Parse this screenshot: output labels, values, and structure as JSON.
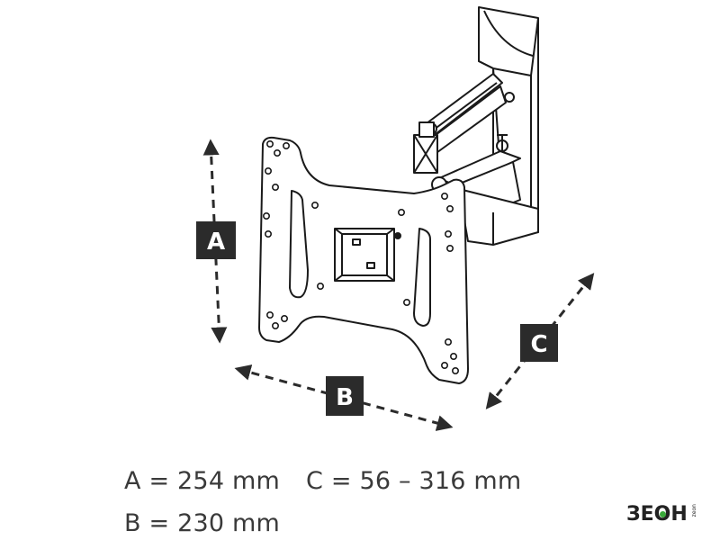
{
  "labels": {
    "a": "A",
    "b": "B",
    "c": "C"
  },
  "dimensions": {
    "a_text": "A = 254 mm",
    "b_text": "B = 230 mm",
    "c_text": "C = 56 – 316 mm"
  },
  "logo": {
    "main": "ЗЕОН",
    "side": "zeon"
  },
  "colors": {
    "line": "#1a1a1a",
    "label_bg": "#2b2b2b",
    "label_fg": "#ffffff",
    "arrow": "#2b2b2b"
  }
}
